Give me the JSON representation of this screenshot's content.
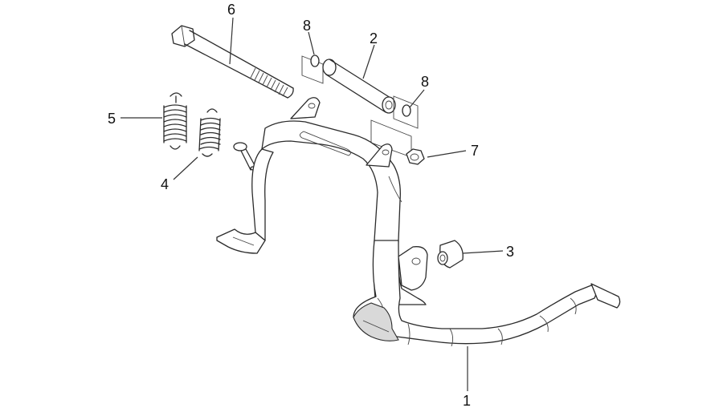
{
  "callouts": [
    {
      "id": "1",
      "text": "1",
      "part": "center-stand-frame"
    },
    {
      "id": "2",
      "text": "2",
      "part": "pivot-shaft"
    },
    {
      "id": "3",
      "text": "3",
      "part": "rubber-stopper"
    },
    {
      "id": "4",
      "text": "4",
      "part": "spring-small"
    },
    {
      "id": "5",
      "text": "5",
      "part": "spring-large"
    },
    {
      "id": "6",
      "text": "6",
      "part": "bolt"
    },
    {
      "id": "7",
      "text": "7",
      "part": "nut"
    },
    {
      "id": "8a",
      "text": "8",
      "part": "washer-left"
    },
    {
      "id": "8b",
      "text": "8",
      "part": "washer-right"
    }
  ]
}
